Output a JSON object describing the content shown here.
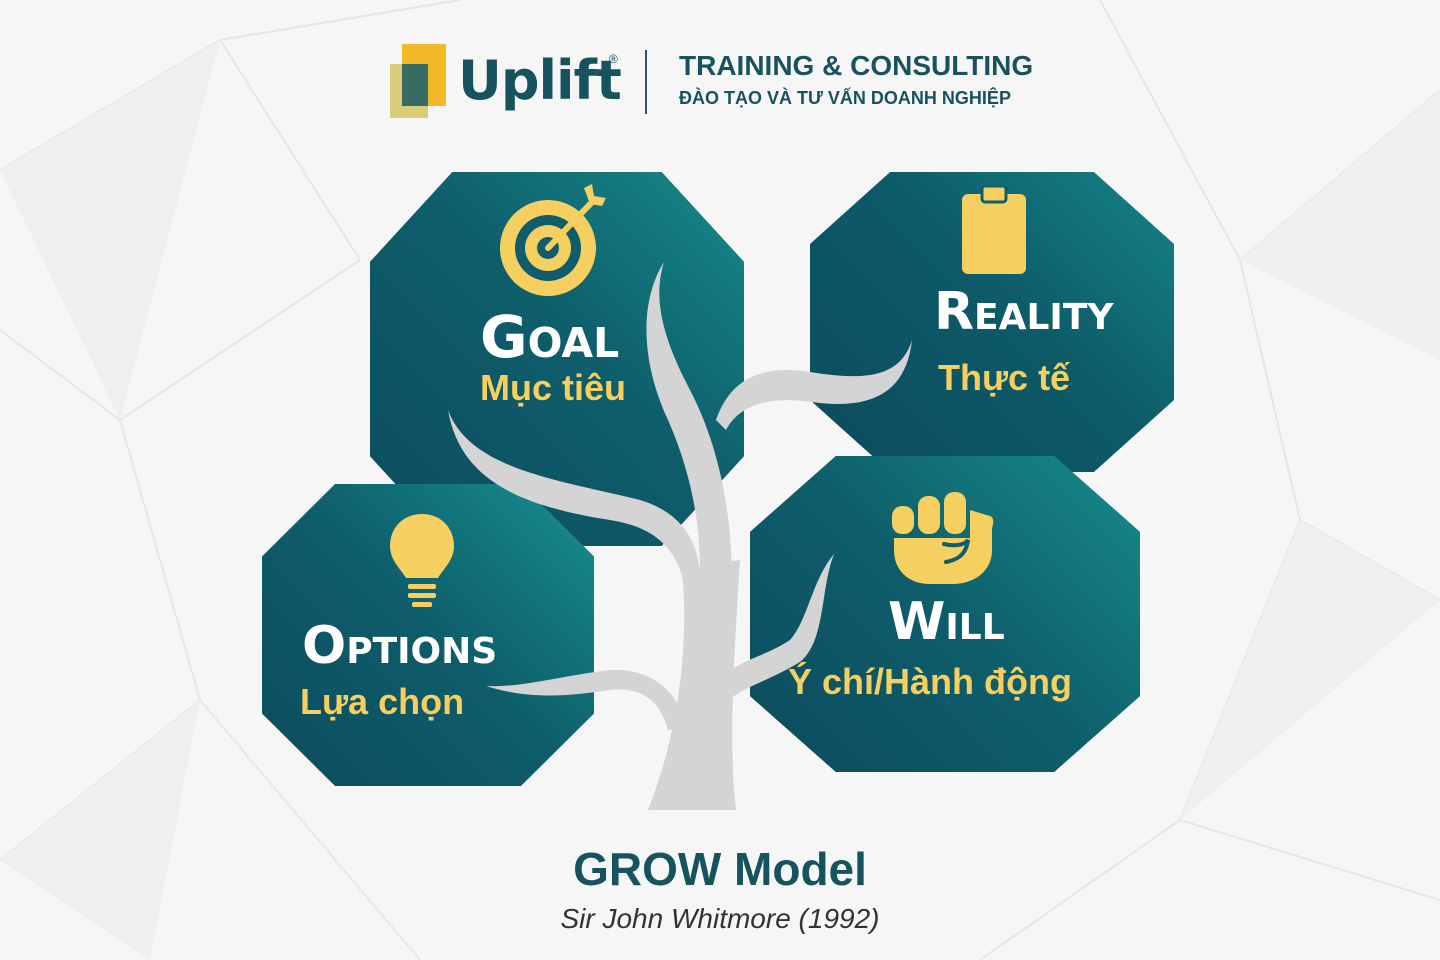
{
  "colors": {
    "teal_dark": "#0c4b5e",
    "teal_light": "#178c8d",
    "gold": "#f5d060",
    "brand_text": "#17535f",
    "tree": "#d4d4d4",
    "background": "#f6f6f6"
  },
  "header": {
    "brand": "Uplift",
    "registered_mark": "®",
    "tagline_en": "TRAINING & CONSULTING",
    "tagline_vi": "ĐÀO TẠO VÀ TƯ VẤN DOANH NGHIỆP"
  },
  "panels": {
    "goal": {
      "en": "Goal",
      "vi": "Mục tiêu",
      "icon": "target-icon"
    },
    "reality": {
      "en": "Reality",
      "vi": "Thực tế",
      "icon": "clipboard-icon"
    },
    "options": {
      "en": "Options",
      "vi": "Lựa chọn",
      "icon": "lightbulb-icon"
    },
    "will": {
      "en": "Will",
      "vi": "Ý chí/Hành động",
      "icon": "fist-icon"
    }
  },
  "footer": {
    "title": "GROW Model",
    "subtitle": "Sir John Whitmore (1992)"
  }
}
